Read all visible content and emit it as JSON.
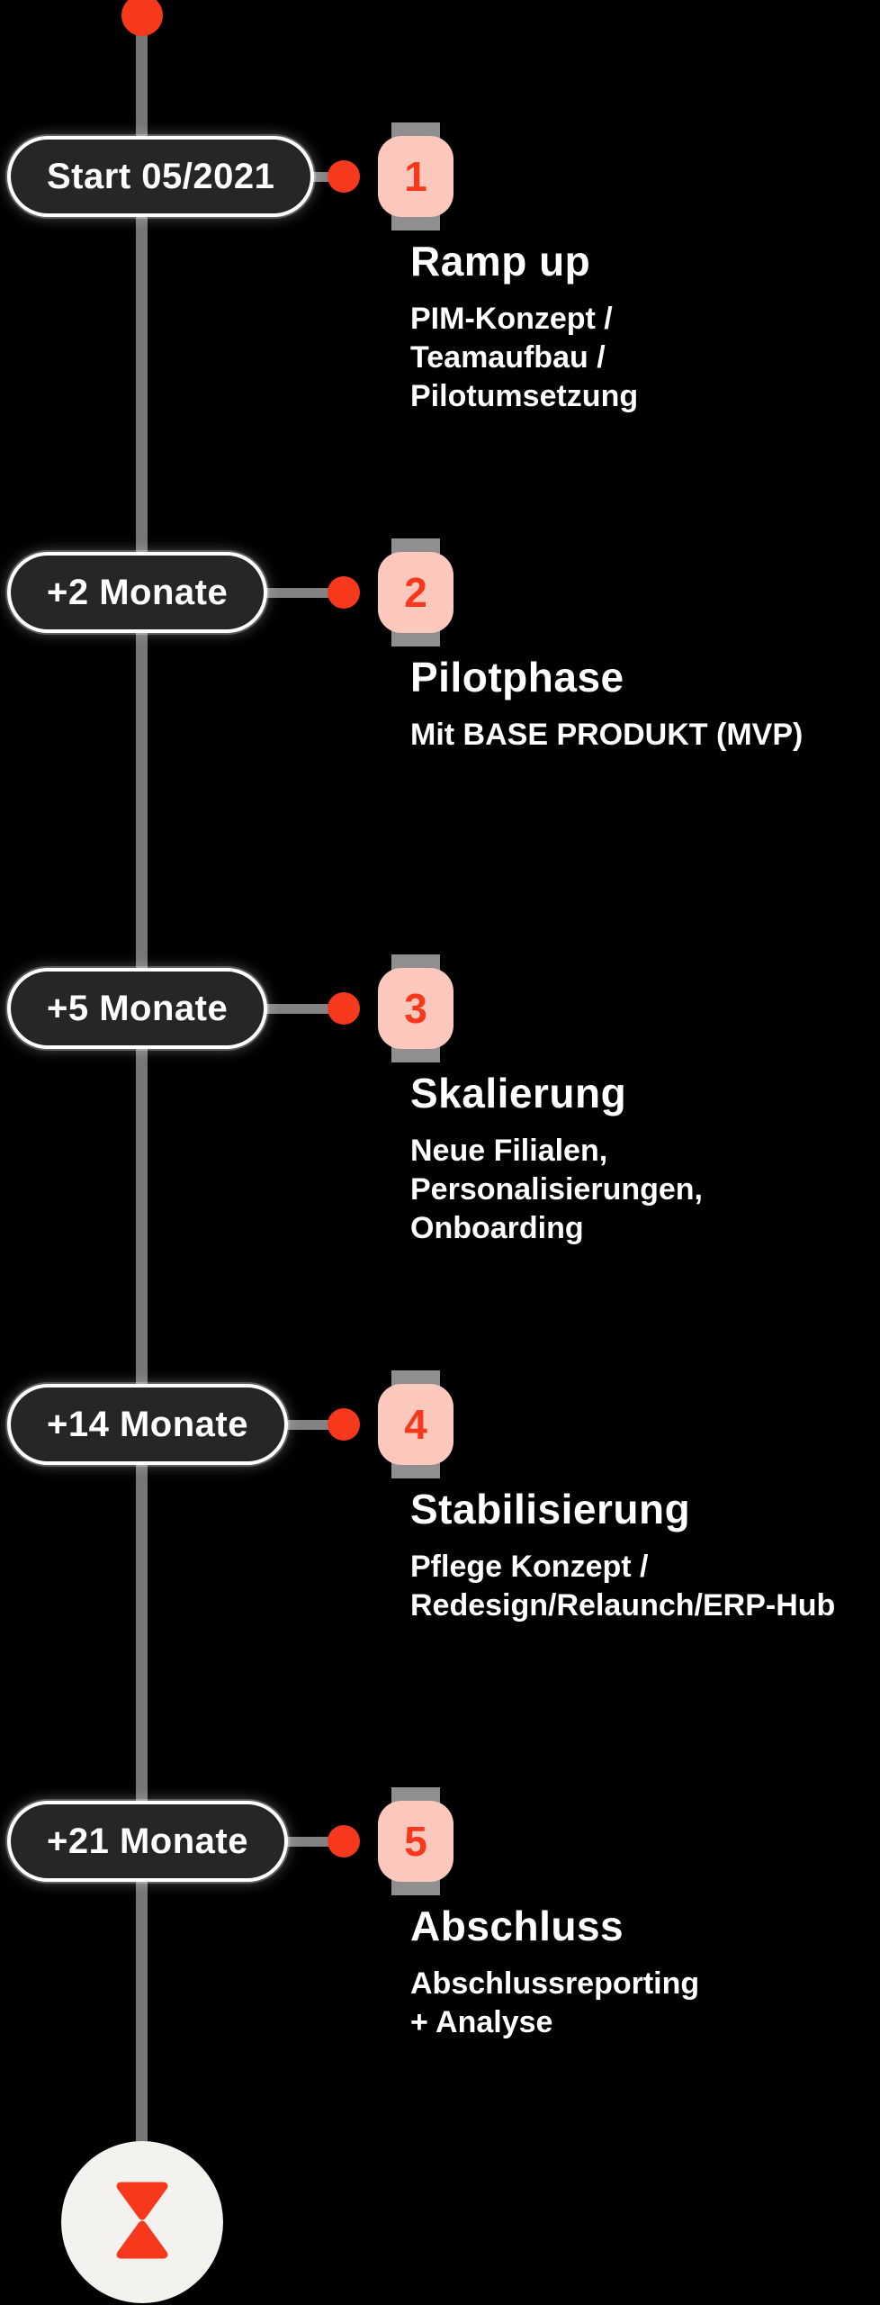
{
  "timeline": {
    "colors": {
      "accent_red": "#F6391D",
      "badge_pink": "#FCC8BD",
      "pill_dark": "#262626",
      "line_gray": "#767676",
      "end_circle_bg": "#F3F2EF"
    },
    "steps": [
      {
        "pill": "Start 05/2021",
        "number": "1",
        "title": "Ramp up",
        "desc_lines": [
          "PIM-Konzept /",
          "Teamaufbau /",
          "Pilotumsetzung"
        ]
      },
      {
        "pill": "+2 Monate",
        "number": "2",
        "title": "Pilotphase",
        "desc_lines": [
          "Mit BASE PRODUKT (MVP)"
        ]
      },
      {
        "pill": "+5 Monate",
        "number": "3",
        "title": "Skalierung",
        "desc_lines": [
          "Neue Filialen,",
          "Personalisierungen,",
          "Onboarding"
        ]
      },
      {
        "pill": "+14 Monate",
        "number": "4",
        "title": "Stabilisierung",
        "desc_lines": [
          "Pflege Konzept /",
          "Redesign/Relaunch/ERP-Hub"
        ]
      },
      {
        "pill": "+21 Monate",
        "number": "5",
        "title": "Abschluss",
        "desc_lines": [
          "Abschlussreporting",
          "+ Analyse"
        ]
      }
    ],
    "end_icon": "hourglass-icon"
  }
}
